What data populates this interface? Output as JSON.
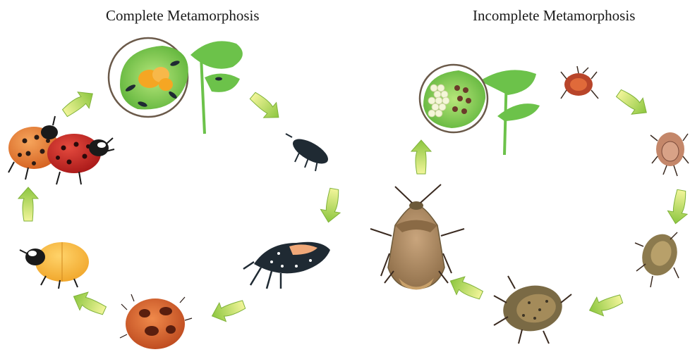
{
  "titles": {
    "complete": "Complete Metamorphosis",
    "incomplete": "Incomplete Metamorphosis"
  },
  "complete_cycle": {
    "stages": [
      "eggs-on-leaf",
      "larva-young",
      "larva-older",
      "pupa",
      "adult-new",
      "adults-mating"
    ],
    "arrow_direction": "clockwise"
  },
  "incomplete_cycle": {
    "stages": [
      "eggs-on-leaf",
      "nymph-1",
      "nymph-2",
      "nymph-3",
      "nymph-4",
      "adult"
    ],
    "arrow_direction": "clockwise"
  },
  "colors": {
    "arrow_light": "#f2f59a",
    "arrow_dark": "#8cc63f",
    "leaf": "#6cc24a",
    "leaf_light": "#9fdc6c",
    "ladybug_orange": "#e8782b",
    "ladybug_red": "#c8282a",
    "pupa_orange": "#d9622b",
    "larva": "#1f2a33",
    "stinkbug_brown": "#b08a63",
    "stinkbug_dark": "#6d5a3a"
  }
}
